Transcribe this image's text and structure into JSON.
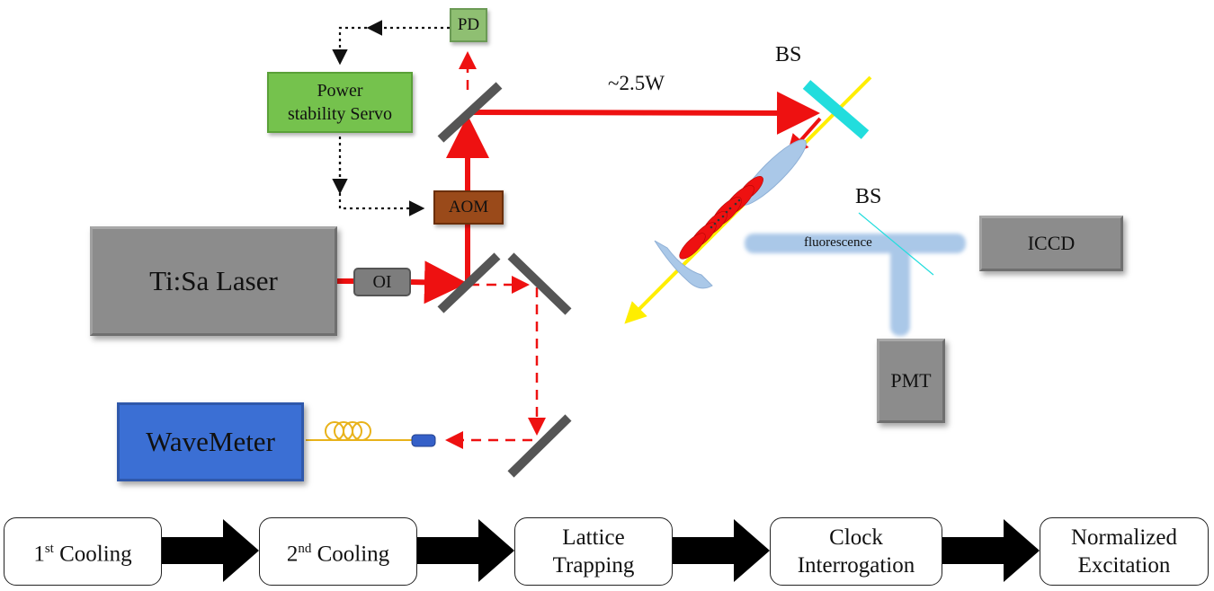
{
  "components": {
    "laser": "Ti:Sa Laser",
    "isolator": "OI",
    "aom": "AOM",
    "photodiode": "PD",
    "servo_line1": "Power",
    "servo_line2": "stability Servo",
    "wavemeter": "WaveMeter",
    "iccd": "ICCD",
    "pmt": "PMT"
  },
  "labels": {
    "power": "~2.5W",
    "beamsplitter_1": "BS",
    "beamsplitter_2": "BS",
    "fluorescence": "fluorescence"
  },
  "sequence": [
    {
      "num": "1",
      "sup": "st",
      "text": "Cooling"
    },
    {
      "num": "2",
      "sup": "nd",
      "text": " Cooling"
    },
    {
      "line1": "Lattice",
      "line2": "Trapping"
    },
    {
      "line1": "Clock",
      "line2": "Interrogation"
    },
    {
      "line1": "Normalized",
      "line2": "Excitation"
    }
  ],
  "colors": {
    "beam_red": "#ee1111",
    "probe_yellow": "#ffee00",
    "servo_green": "#75c24d",
    "aom_brown": "#9a4a1a",
    "wavemeter_blue": "#3b6fd4",
    "bs_cyan": "#22dddd",
    "fluorescence_blue": "#aac8e8",
    "mirror_gray": "#555555"
  }
}
